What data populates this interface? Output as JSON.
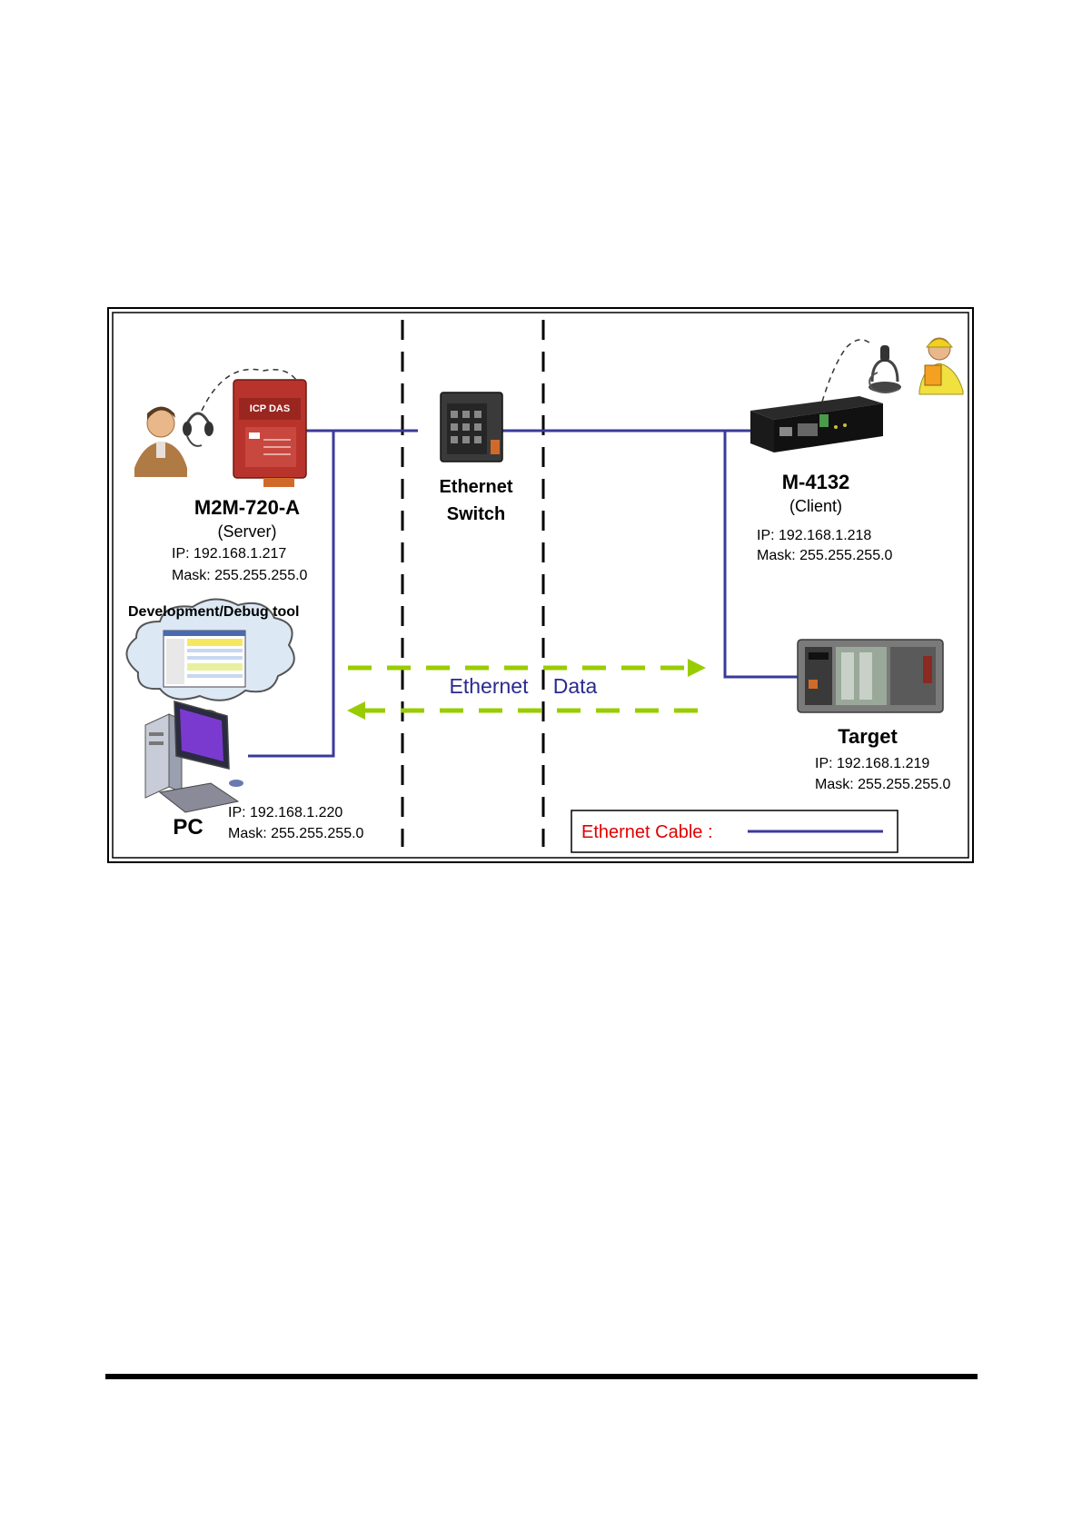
{
  "server": {
    "name": "M2M-720-A",
    "role": "(Server)",
    "ip": "IP: 192.168.1.217",
    "mask": "Mask: 255.255.255.0",
    "brand_mark": "ICP DAS"
  },
  "switch": {
    "label_line1": "Ethernet",
    "label_line2": "Switch"
  },
  "client": {
    "name": "M-4132",
    "role": "(Client)",
    "ip": "IP: 192.168.1.218",
    "mask": "Mask: 255.255.255.0"
  },
  "target": {
    "name": "Target",
    "ip": "IP: 192.168.1.219",
    "mask": "Mask: 255.255.255.0"
  },
  "pc": {
    "name": "PC",
    "ip": "IP: 192.168.1.220",
    "mask": "Mask: 255.255.255.0",
    "tool_label": "Development/Debug tool"
  },
  "data_flow": {
    "word1": "Ethernet",
    "word2": "Data"
  },
  "legend": {
    "label": "Ethernet Cable :"
  },
  "colors": {
    "cable": "#3a3a9a",
    "data_arrow": "#99cc00",
    "legend_text": "#e00000",
    "device_red": "#b8332b",
    "frame": "#000000"
  },
  "icons": [
    "operator-person-icon",
    "headset-icon",
    "server-device-icon",
    "ethernet-switch-icon",
    "client-device-icon",
    "microphone-icon",
    "worker-person-icon",
    "plc-target-icon",
    "desktop-pc-icon",
    "thought-cloud-icon"
  ]
}
